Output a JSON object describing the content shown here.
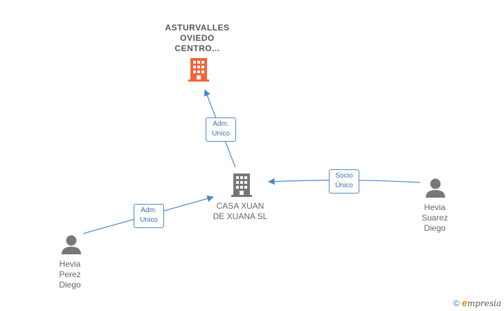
{
  "nodes": {
    "asturvalles": {
      "label": "ASTURVALLES\nOVIEDO\nCENTRO...",
      "type": "company-highlight",
      "color": "#f4623a"
    },
    "casa_xuan": {
      "label": "CASA XUAN\nDE XUANA  SL",
      "type": "company",
      "color": "#777777"
    },
    "hevia_suarez": {
      "label": "Hevia\nSuarez\nDiego",
      "type": "person",
      "color": "#777777"
    },
    "hevia_perez": {
      "label": "Hevia\nPerez\nDiego",
      "type": "person",
      "color": "#777777"
    }
  },
  "edges": {
    "casa_to_asturvalles": {
      "label": "Adm.\nUnico"
    },
    "suarez_to_casa": {
      "label": "Socio\nÚnico"
    },
    "perez_to_casa": {
      "label": "Adm.\nUnico"
    }
  },
  "colors": {
    "edge": "#4a86c8"
  },
  "footer": {
    "copyright": "©",
    "brand_initial": "e",
    "brand_rest": "mpresia"
  }
}
